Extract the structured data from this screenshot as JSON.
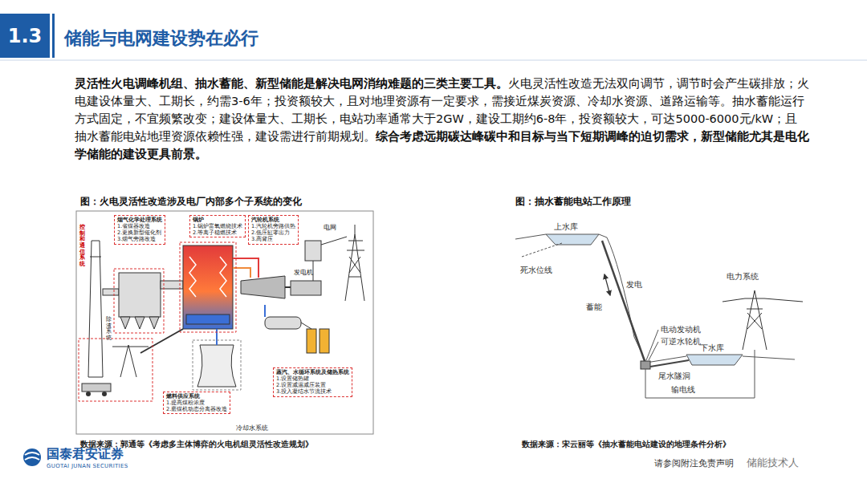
{
  "diagram": {
    "title": "储能与电网建设势在必行",
    "nodes": [
      {
        "text": [
          "1.3"
        ]
      },
      {
        "text": [
          "烟气化学处理系统",
          "1.省煤器改造",
          "2.更换新型催化剂",
          "3.烟气旁路改造"
        ]
      },
      {
        "text": [
          "锅炉",
          "1.锅炉富氧燃烧技术",
          "2.等离子稳燃技术"
        ]
      },
      {
        "text": [
          "汽轮机系统",
          "1.汽轮机旁路供热",
          "2.低压缸零出力",
          "3.高背压"
        ]
      },
      {
        "text": [
          "燃料供应系统",
          "1.提高煤粉浓度",
          "2.磨煤机动态分离器改造"
        ]
      },
      {
        "text": [
          "蒸汽、水循环系统及储热系统",
          "1.设置储热罐",
          "2.设置减温减压装置",
          "3.投入凝结水节流技术"
        ]
      }
    ],
    "labels": [
      "灵活性火电调峰机组、抽水蓄能、新型储能是解决电网消纳难题的三类主要工具。",
      "火电灵活性改造无法双向调节，调节时会产生碳排放；火电建设体量大、工期长，约需3-6年；投资额较大，且对地理资源有一定要求，需接近煤炭资源、冷却水资源、道路运输等。抽水蓄能运行方式固定，不宜频繁改变；建设体量大、工期长，电站功率通常大于2GW，建设工期约6-8年，投资额较大，可达5000-6000元/kW；且抽水蓄能电站地理资源依赖性强，建设需进行前期规划。",
      "综合考虑远期碳达峰碳中和目标与当下短期调峰的迫切需求，新型储能尤其是电化学储能的建设更具前景。",
      "图：火电灵活性改造涉及电厂内部多个子系统的变化",
      "图：抽水蓄能电站工作原理",
      "控制和通信系统",
      "电网",
      "发电机",
      "除渣系统",
      "冷却水系统",
      "上水库",
      "死水位线",
      "发电",
      "蓄能",
      "电动发动机",
      "可逆水轮机",
      "电力系统",
      "下水库",
      "尾水隧洞",
      "输电线",
      "数据来源：郭通等《考虑多主体博弈的火电机组灵活性改造规划》",
      "数据来源：宋云丽等《抽水蓄能电站建设的地理条件分析》",
      "国泰君安证券",
      "GUOTAI JUNAN SECURITIES",
      "请参阅附注免责声明",
      "储能技术人"
    ]
  }
}
